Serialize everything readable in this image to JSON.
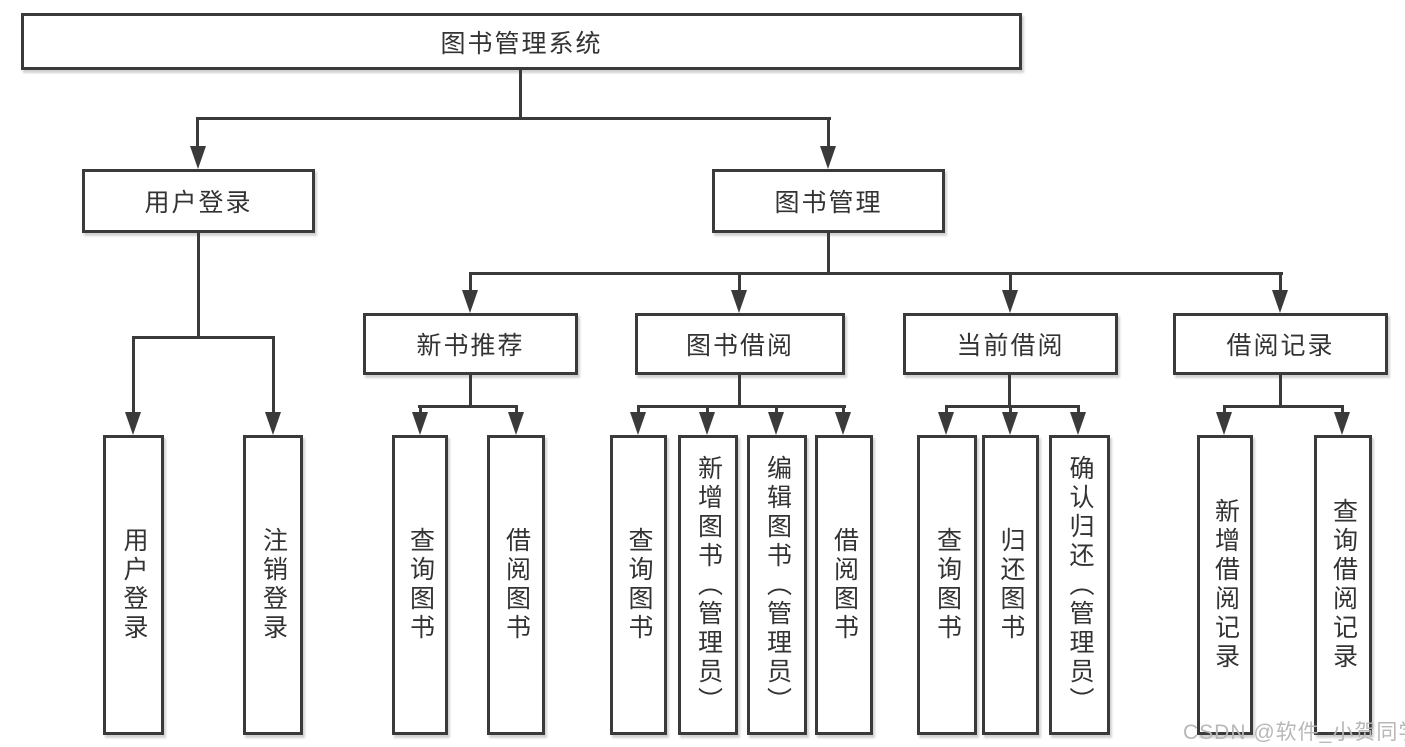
{
  "tree": {
    "root": "图书管理系统",
    "branches": {
      "user": {
        "label": "用户登录",
        "children": [
          "用户登录",
          "注销登录"
        ]
      },
      "book": {
        "label": "图书管理"
      }
    },
    "modules": [
      {
        "label": "新书推荐",
        "children": [
          "查询图书",
          "借阅图书"
        ]
      },
      {
        "label": "图书借阅",
        "children": [
          "查询图书",
          "新增图书（管理员）",
          "编辑图书（管理员）",
          "借阅图书"
        ]
      },
      {
        "label": "当前借阅",
        "children": [
          "查询图书",
          "归还图书",
          "确认归还（管理员）"
        ]
      },
      {
        "label": "借阅记录",
        "children": [
          "新增借阅记录",
          "查询借阅记录"
        ]
      }
    ]
  },
  "watermark": "CSDN @软件_小贺同学",
  "colors": {
    "line": "#3a3a3a",
    "text": "#333333",
    "background": "#ffffff",
    "watermark": "#b8b8b8"
  }
}
